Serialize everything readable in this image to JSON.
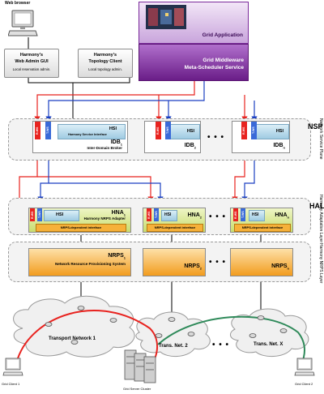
{
  "top": {
    "web_browser": "Web browser",
    "grid_application": "Grid Application",
    "middleware": [
      "Grid Middleware",
      "Meta-Scheduler Service"
    ],
    "web_admin": [
      "Harmony's",
      "Web Admin GUI",
      "Local reservation admin."
    ],
    "topology_client": [
      "Harmony's",
      "Topology Client",
      "Local topology admin."
    ]
  },
  "nsp": {
    "side_abbr": "NSP",
    "side_full": "Network Service Plane",
    "hsi": "HSI",
    "hsi_caption": "Harmony Service Interface",
    "idb1_name": "IDB",
    "idb1_sub": "1",
    "idb1_caption": "Inter-Domain Broker",
    "idb2_name": "IDB",
    "idb2_sub": "2",
    "idbn_name": "IDB",
    "idbn_sub": "n",
    "rws": "R-WS",
    "tws": "T-WS"
  },
  "hal": {
    "side_abbr": "HAL",
    "side_full": "Harmony Adaptation Layer",
    "hsi": "HSI",
    "hna1_name": "HNA",
    "hna1_sub": "1",
    "hna1_caption": "Harmony NRPS Adapter",
    "hna2_name": "HNA",
    "hna2_sub": "2",
    "hnan_name": "HNA",
    "hnan_sub": "n",
    "nrps_if": "NRPS-dependent interface",
    "rws": "R-WS",
    "tws": "T-WS"
  },
  "nrps": {
    "side_full": "Harmony NRPS Layer",
    "n1_name": "NRPS",
    "n1_sub": "1",
    "n1_caption": "Network Resource Provisioning System",
    "n2_name": "NRPS",
    "n2_sub": "2",
    "nn_name": "NRPS",
    "nn_sub": "n"
  },
  "networks": {
    "tn1": "Transport Network 1",
    "tn2": "Trans. Net. 2",
    "tnx": "Trans. Net. X",
    "client1": "Grid Client 1",
    "client2": "Grid Client 2",
    "cluster": "Grid Server Cluster"
  },
  "ellipsis": "• • •",
  "colors": {
    "red_link": "#e8231f",
    "blue_link": "#1a3fc2",
    "green_link": "#2f8a5a",
    "purple": "#7b2a9b",
    "hna_green": "#d4e58a",
    "nrps_orange": "#f6b13a"
  }
}
